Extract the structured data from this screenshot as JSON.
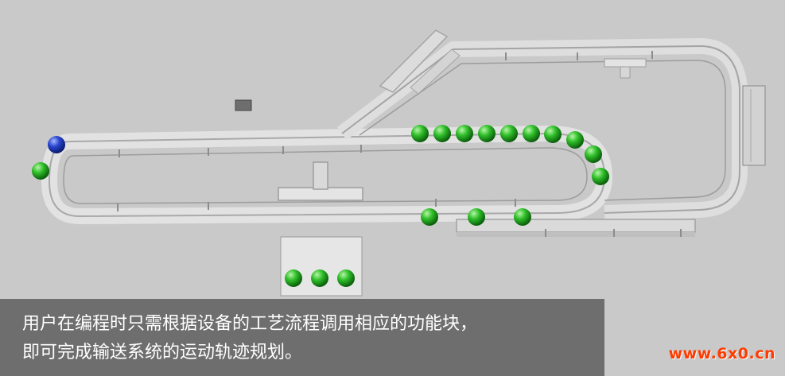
{
  "caption": {
    "line1": "用户在编程时只需根据设备的工艺流程调用相应的功能块，",
    "line2": "即可完成输送系统的运动轨迹规划。"
  },
  "watermark": "www.6x0.cn",
  "colors": {
    "background": "#c9c9c9",
    "track": "#d8d8d8",
    "mover_green": "#1fa81f",
    "mover_blue": "#1d3cbf",
    "caption_bg": "#5a5a5a",
    "watermark": "#ff3b00"
  },
  "icons": [
    "green-mover-sphere",
    "blue-mover-sphere"
  ]
}
